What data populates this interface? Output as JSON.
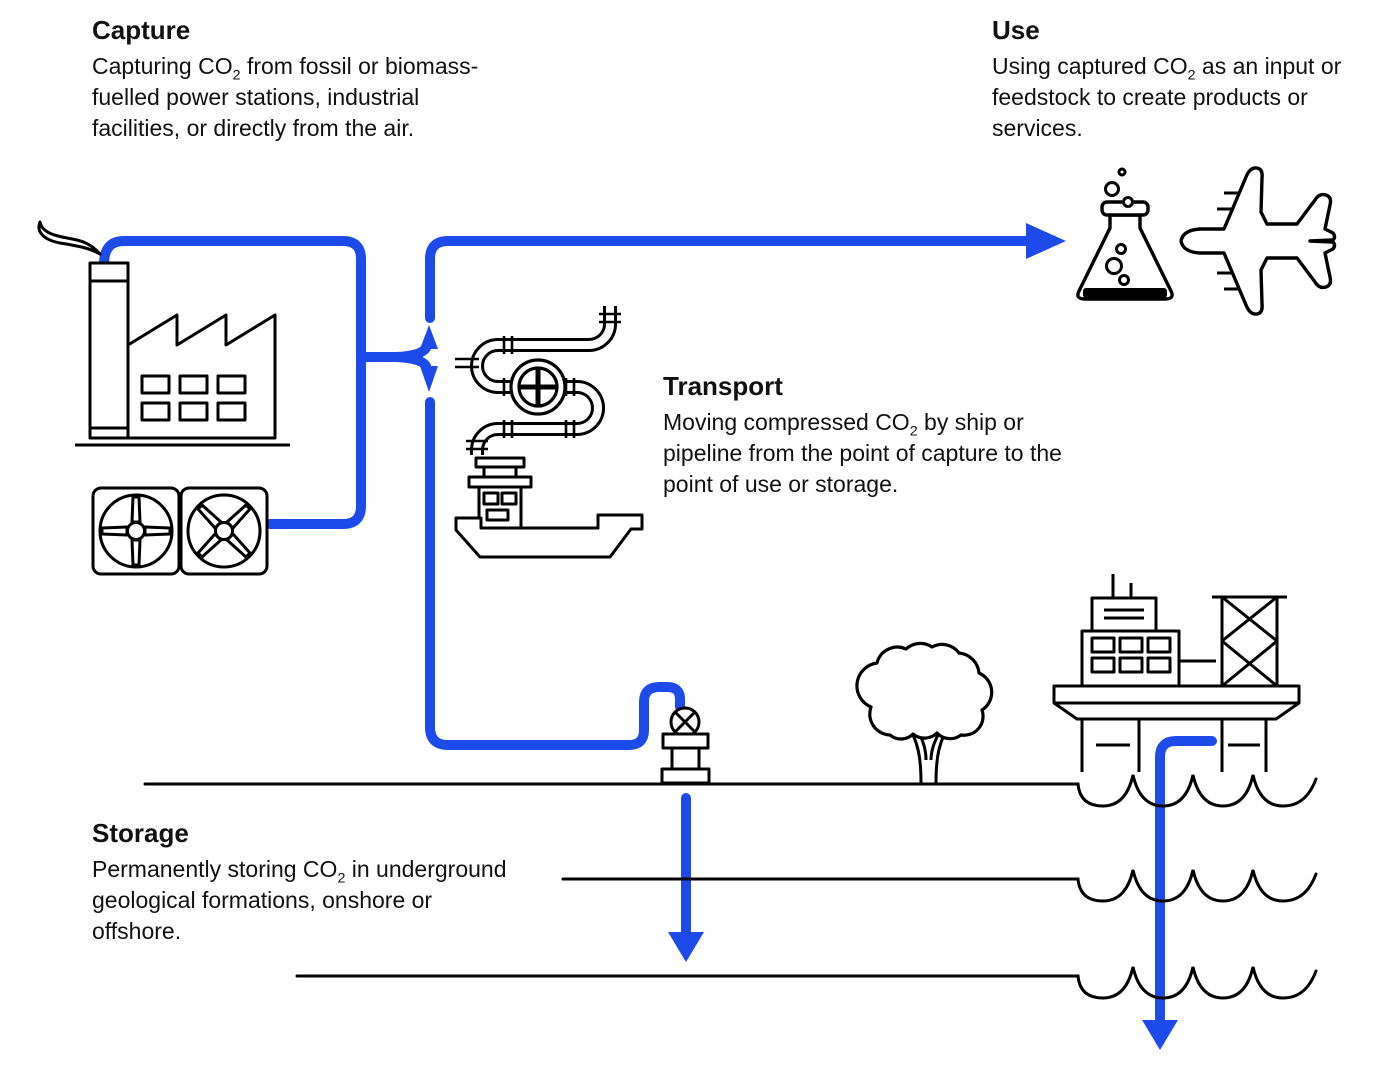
{
  "diagram": {
    "background": "#ffffff",
    "line_color": "#000000",
    "flow_color": "#1c4bea"
  },
  "sections": {
    "capture": {
      "heading": "Capture",
      "description": "Capturing CO2 from fossil or biomass-fuelled power stations, industrial facilities, or directly from the air."
    },
    "use": {
      "heading": "Use",
      "description": "Using captured CO2 as an input or feedstock to create products or services."
    },
    "transport": {
      "heading": "Transport",
      "description": "Moving compressed CO2 by ship or pipeline from the point of capture to the point of use or storage."
    },
    "storage": {
      "heading": "Storage",
      "description": "Permanently storing CO2 in underground geological formations, onshore or offshore."
    }
  },
  "icons": {
    "smoke-icon": "smoke plume",
    "factory-icon": "power station / industrial facility",
    "dac-fans-icon": "direct air capture fans",
    "pipeline-icon": "pipeline with valve",
    "ship-icon": "transport ship",
    "flask-icon": "chemical flask (products)",
    "airplane-icon": "airplane (services)",
    "wellhead-icon": "injection wellhead",
    "tree-icon": "tree (onshore)",
    "offshore-platform-icon": "offshore platform",
    "sea-waves-icon": "sea / geological layers",
    "arrow-icon": "CO2 flow arrows"
  }
}
